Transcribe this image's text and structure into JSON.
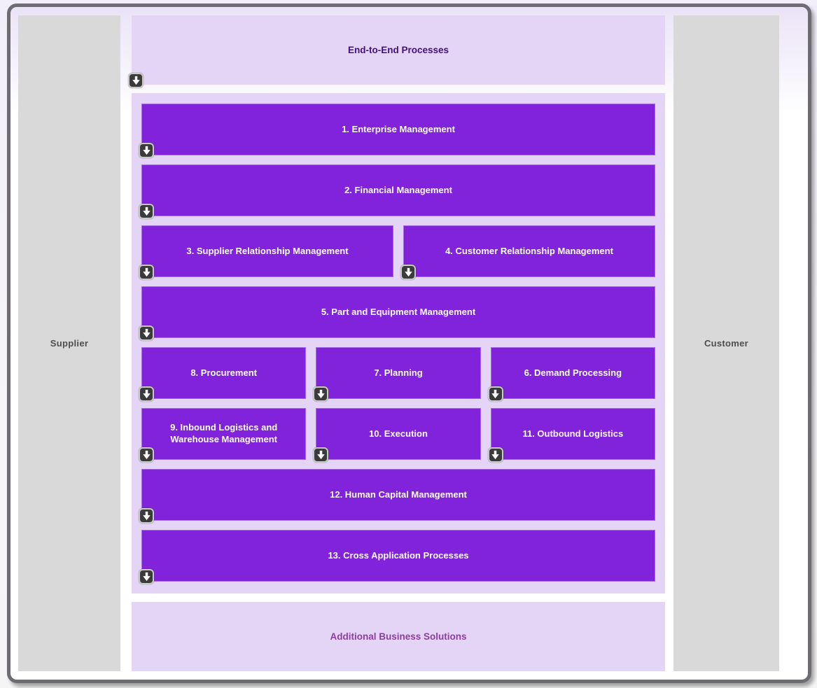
{
  "colors": {
    "box_purple": "#8123da",
    "band_lavender": "#e4d5f7",
    "sidebar_gray": "#d9d9d9",
    "frame_border": "#6e6b72",
    "top_title_color": "#42107e",
    "bottom_title_color": "#8d3da0",
    "arrow_badge_bg": "#3b3b3b"
  },
  "sidebars": {
    "supplier": {
      "label": "Supplier"
    },
    "customer": {
      "label": "Customer"
    }
  },
  "top_band": {
    "title": "End-to-End Processes"
  },
  "bottom_band": {
    "title": "Additional Business Solutions"
  },
  "icons": {
    "drilldown": "down-arrow-icon"
  },
  "process_map": {
    "rows": [
      {
        "boxes": [
          {
            "label": "1. Enterprise Management",
            "arrow": true
          }
        ]
      },
      {
        "boxes": [
          {
            "label": "2. Financial Management",
            "arrow": true
          }
        ]
      },
      {
        "boxes": [
          {
            "label": "3. Supplier Relationship Management",
            "arrow": true
          },
          {
            "label": "4. Customer Relationship Management",
            "arrow": true
          }
        ]
      },
      {
        "boxes": [
          {
            "label": "5. Part and Equipment Management",
            "arrow": true
          }
        ]
      },
      {
        "boxes": [
          {
            "label": "8. Procurement",
            "arrow": true
          },
          {
            "label": "7. Planning",
            "arrow": true
          },
          {
            "label": "6. Demand Processing",
            "arrow": true
          }
        ]
      },
      {
        "boxes": [
          {
            "label": "9. Inbound Logistics and Warehouse Management",
            "arrow": true
          },
          {
            "label": "10. Execution",
            "arrow": true
          },
          {
            "label": "11. Outbound Logistics",
            "arrow": true
          }
        ]
      },
      {
        "boxes": [
          {
            "label": "12. Human Capital Management",
            "arrow": true
          }
        ]
      },
      {
        "boxes": [
          {
            "label": "13. Cross Application Processes",
            "arrow": true
          }
        ]
      }
    ]
  }
}
